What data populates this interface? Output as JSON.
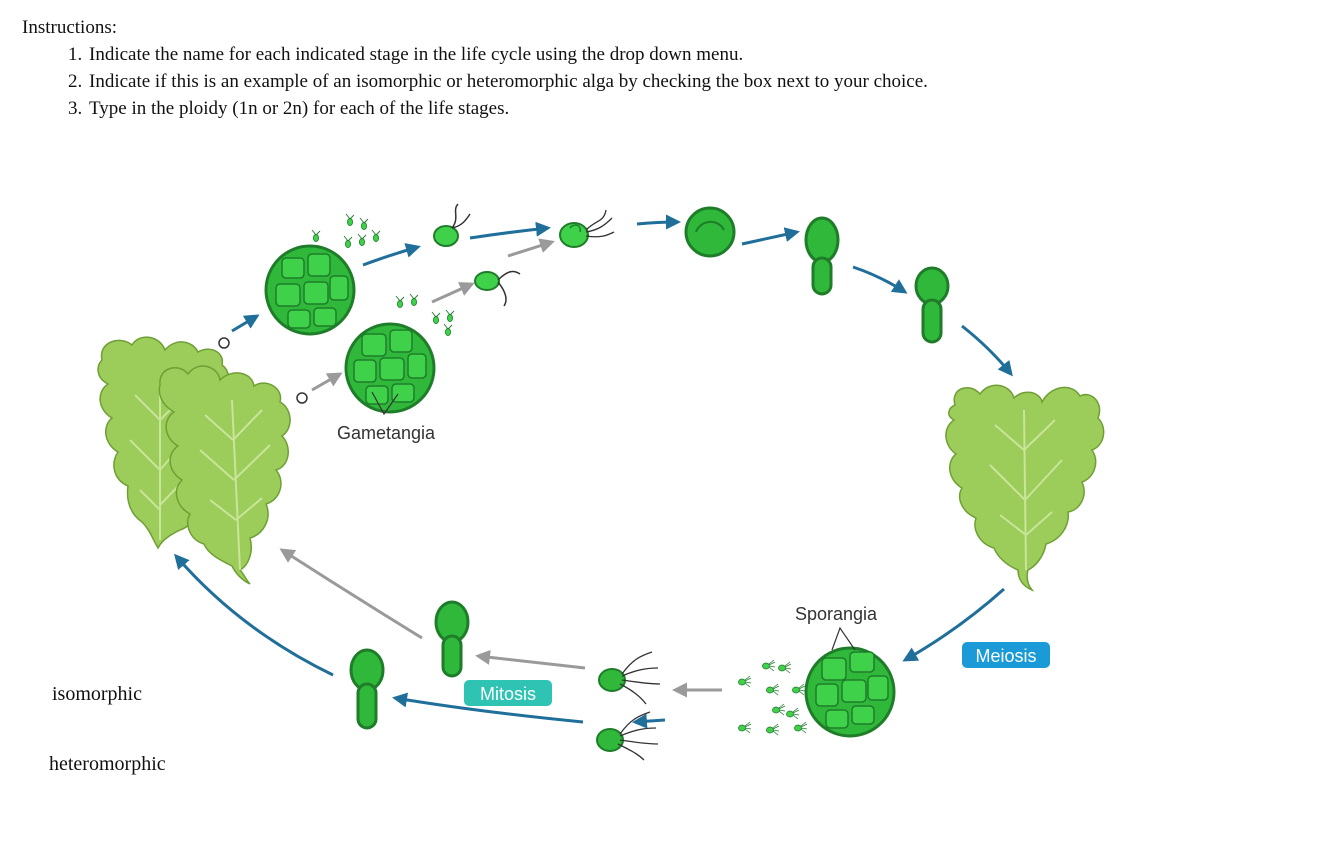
{
  "instructions": {
    "heading": "Instructions:",
    "steps": [
      "Indicate the name for each indicated stage in the life cycle using the drop down menu.",
      "Indicate if this is an example of an isomorphic or heteromorphic alga by checking the box next to your choice.",
      "Type in the ploidy (1n or 2n) for each of the life stages."
    ]
  },
  "diagram": {
    "labels": {
      "gametangia": "Gametangia",
      "sporangia": "Sporangia",
      "meiosis": "Meiosis",
      "mitosis": "Mitosis"
    },
    "colors": {
      "bright_green": "#3fd14a",
      "dark_green": "#1f7d2a",
      "cell_green": "#2fb83a",
      "lettuce": "#9ccc5a",
      "lettuce_dark": "#6f9f35",
      "blue_arrow": "#1f6f9a",
      "gray_arrow": "#9a9a9a",
      "meiosis_badge": "#1a9ad6",
      "mitosis_badge": "#2fc3b3"
    }
  },
  "choices": {
    "isomorphic": "isomorphic",
    "heteromorphic": "heteromorphic"
  }
}
